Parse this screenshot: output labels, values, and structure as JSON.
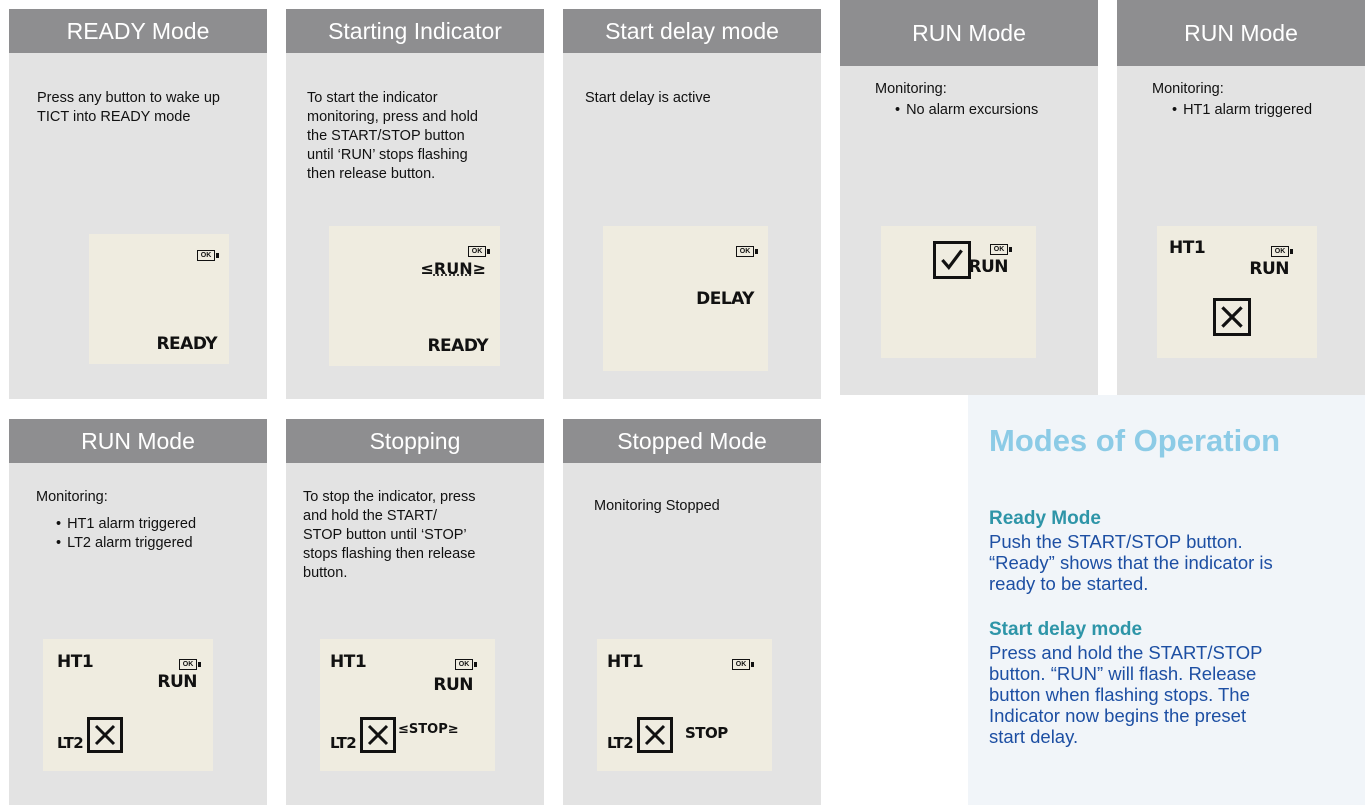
{
  "cards": [
    {
      "title": "READY Mode",
      "text": "Press any button to wake up\n TICT into READY mode",
      "bullets": [],
      "lcd": {
        "top_left": "",
        "top_right_word": "",
        "bottom_word": "READY",
        "flash_word": ""
      }
    },
    {
      "title": "Starting Indicator",
      "text": "To start the indicator\n monitoring, press and hold\n the START/STOP button\n until ‘RUN’ stops flashing\n then release button.",
      "bullets": [],
      "lcd": {
        "flash_word": "RUN",
        "bottom_word": "READY"
      }
    },
    {
      "title": "Start delay mode",
      "text": "Start delay is active",
      "bullets": [],
      "lcd": {
        "mid_word": "DELAY"
      }
    },
    {
      "title": "RUN Mode",
      "text": "Monitoring:",
      "bullets": [
        "No alarm excursions"
      ],
      "lcd": {
        "run_word": "RUN"
      }
    },
    {
      "title": "RUN Mode",
      "text": "Monitoring:",
      "bullets": [
        "HT1 alarm triggered"
      ],
      "lcd": {
        "top_left": "HT1",
        "run_word": "RUN"
      }
    },
    {
      "title": "RUN Mode",
      "text": "Monitoring:",
      "bullets": [
        "HT1 alarm triggered",
        "LT2 alarm triggered"
      ],
      "lcd": {
        "top_left": "HT1",
        "run_word": "RUN",
        "bottom_left": "LT2"
      }
    },
    {
      "title": "Stopping",
      "text": "To stop the indicator, press\n and hold the START/\n STOP button until ‘STOP’\n stops flashing then release\n button.",
      "bullets": [],
      "lcd": {
        "top_left": "HT1",
        "run_word": "RUN",
        "bottom_left": "LT2",
        "flash_word": "STOP"
      }
    },
    {
      "title": "Stopped Mode",
      "text": "Monitoring Stopped",
      "bullets": [],
      "lcd": {
        "top_left": "HT1",
        "bottom_left": "LT2",
        "stop_word": "STOP"
      }
    }
  ],
  "battery_label": "OK",
  "panel": {
    "title": "Modes of Operation",
    "sections": [
      {
        "heading": "Ready Mode",
        "body": "Push the START/STOP button.\n“Ready” shows that the indicator is\nready to be started."
      },
      {
        "heading": "Start delay mode",
        "body": "Press and hold the START/STOP\nbutton. “RUN” will flash. Release\nbutton when flashing stops. The\nIndicator  now begins the preset\nstart delay."
      }
    ]
  },
  "colors": {
    "header": "#8e8e90",
    "card": "#e3e3e3",
    "lcd": "#efece0",
    "panel_title": "#8ccbe6",
    "panel_heading": "#2e95a8",
    "panel_body": "#1d4fa3"
  }
}
